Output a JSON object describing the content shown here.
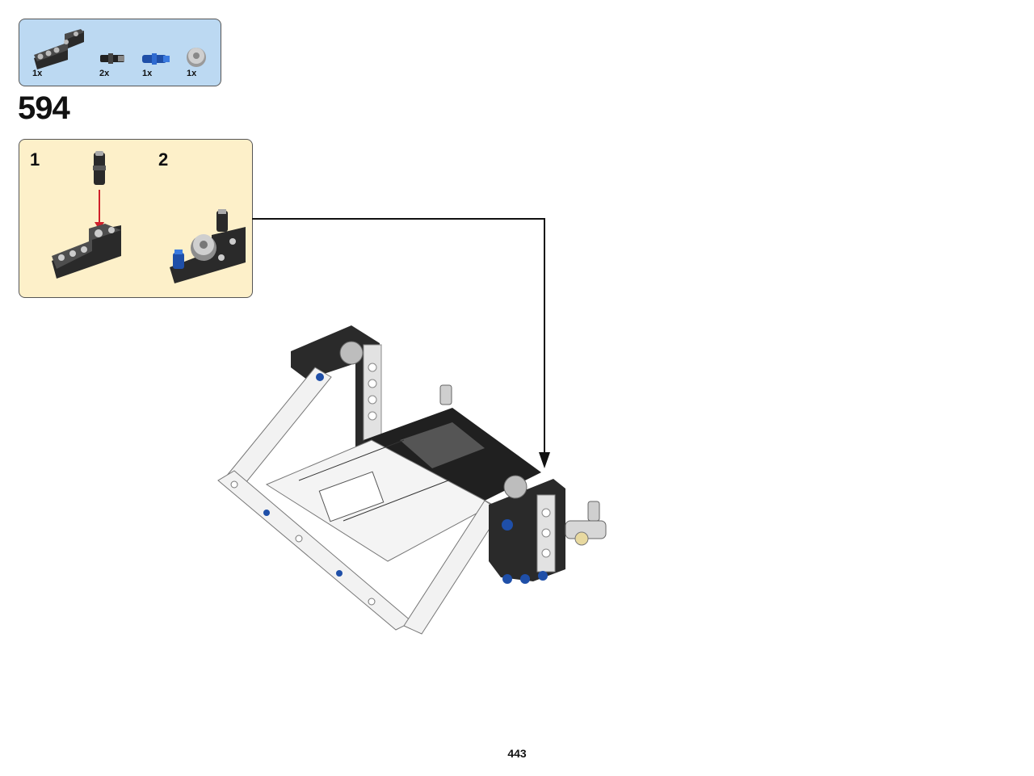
{
  "parts_list": {
    "items": [
      {
        "name": "black-angled-beam",
        "qty": "1x"
      },
      {
        "name": "black-axle-pin",
        "qty": "2x"
      },
      {
        "name": "blue-axle-pin",
        "qty": "1x"
      },
      {
        "name": "grey-bush",
        "qty": "1x"
      }
    ]
  },
  "step_number": "594",
  "substeps": [
    {
      "number": "1"
    },
    {
      "number": "2"
    }
  ],
  "page_number": "443",
  "colors": {
    "parts_box": "#bcd9f2",
    "substep_box": "#fdf0c9",
    "insert_arrow": "#d0202a",
    "beam_black": "#2a2a2a",
    "beam_white": "#f2f2f2",
    "blue_pin": "#1f4fa8"
  }
}
